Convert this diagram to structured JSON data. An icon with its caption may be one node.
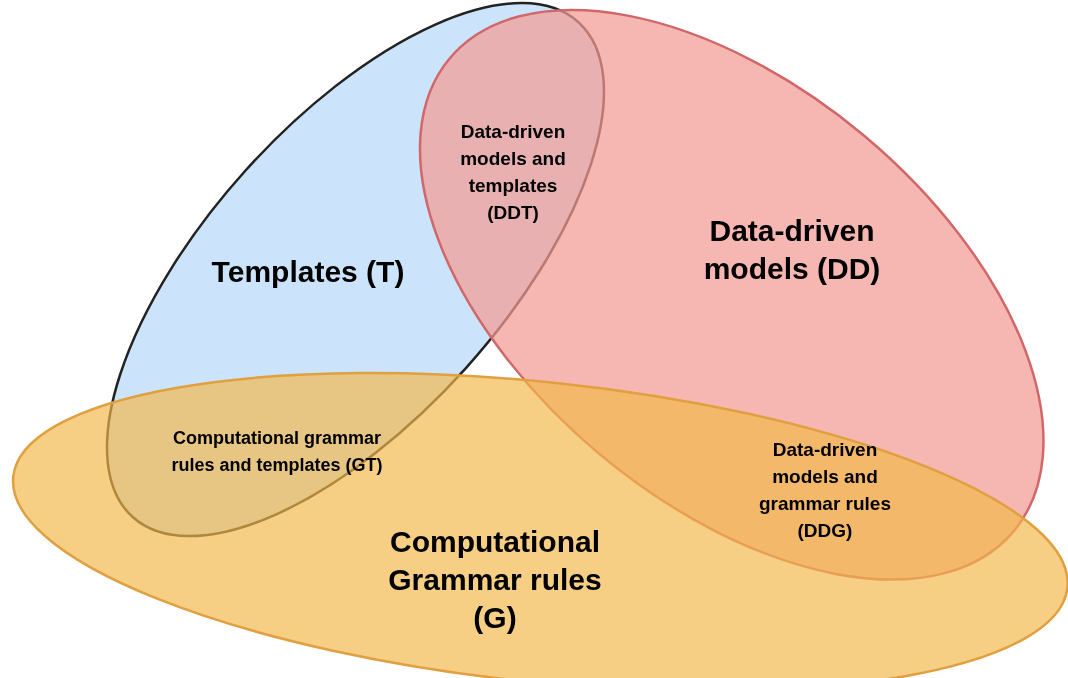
{
  "diagram": {
    "nodes": [
      {
        "text": [
          "Templates (T)"
        ]
      },
      {
        "text": [
          "Data-driven models (DD)"
        ]
      },
      {
        "text": [
          "Computational Grammar rules (G)"
        ]
      }
    ],
    "labels": [
      "Data-driven models and templates (DDT)",
      "Computational grammar rules and templates (GT)",
      "Data-driven models and grammar rules (DDG)"
    ]
  }
}
